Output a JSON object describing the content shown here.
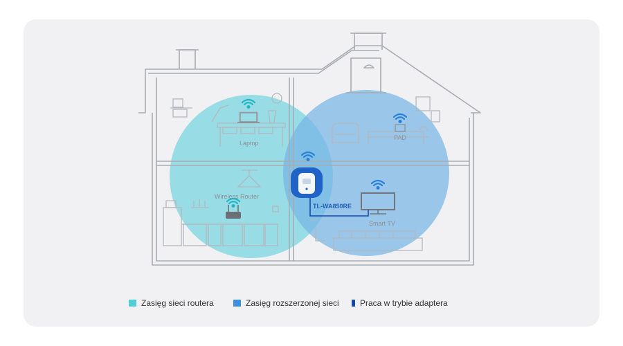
{
  "labels": {
    "laptop": "Laptop",
    "pad": "PAD",
    "wireless_router": "Wireless Router",
    "smart_tv": "Smart TV",
    "extender": "TL-WA850RE"
  },
  "legend": [
    {
      "label": "Zasięg sieci routera",
      "color": "#4fcdd8"
    },
    {
      "label": "Zasięg rozszerzonej sieci",
      "color": "#3d8fe0"
    },
    {
      "label": "Praca w trybie adaptera",
      "color": "#1846b0"
    }
  ],
  "colors": {
    "router_coverage": "#7fd6e0",
    "extended_coverage": "#79b6e6",
    "wifi_router": "#1fb7c2",
    "wifi_extended": "#2a7fd6",
    "outline": "#a7acb2"
  }
}
